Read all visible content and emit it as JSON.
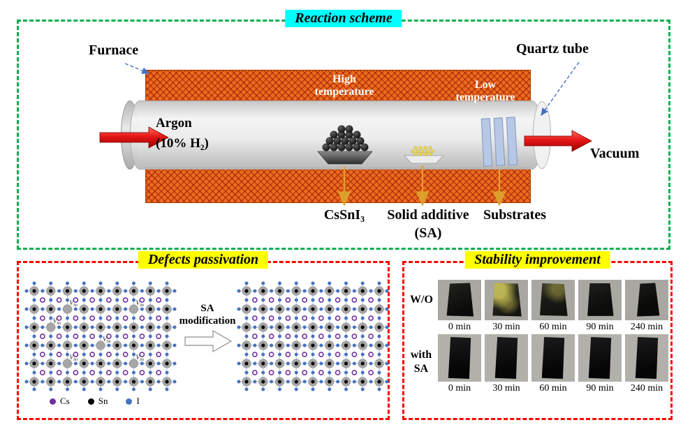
{
  "colors": {
    "green_border": "#00B050",
    "red_border": "#FF0000",
    "title_cyan": "#00FFFF",
    "title_yellow": "#FFFF00",
    "furnace_orange": "#ED6B1F",
    "gold_arrow": "#DD9F2B",
    "flow_red": "#E01010",
    "substrate_blue": "#B7C8E6",
    "cs_purple": "#7030A0",
    "sn_black": "#000000",
    "i_blue": "#4472C4"
  },
  "reaction": {
    "title": "Reaction scheme",
    "furnace_label": "Furnace",
    "quartz_label": "Quartz tube",
    "argon_line1": "Argon",
    "argon_line2": "(10% H₂)",
    "high_temp_line1": "High",
    "high_temp_line2": "temperature",
    "low_temp_line1": "Low",
    "low_temp_line2": "temperature",
    "vacuum_label": "Vacuum",
    "boat1_label": "CsSnI₃",
    "boat2_label_line1": "Solid additive",
    "boat2_label_line2": "(SA)",
    "substrates_label": "Substrates"
  },
  "defects": {
    "title": "Defects passivation",
    "arrow_line1": "SA",
    "arrow_line2": "modification",
    "vacancy": {
      "symbol": "V",
      "sub": "Sn"
    },
    "legend": [
      {
        "name": "Cs",
        "color": "#7030A0"
      },
      {
        "name": "Sn",
        "color": "#000000"
      },
      {
        "name": "I",
        "color": "#4472C4"
      }
    ],
    "lattice": {
      "cols": 9,
      "rows": 6,
      "vacancies_left": [
        [
          2,
          1
        ],
        [
          6,
          1
        ],
        [
          1,
          2
        ],
        [
          4,
          3
        ],
        [
          2,
          4
        ],
        [
          6,
          4
        ]
      ],
      "vacancies_right": []
    }
  },
  "stability": {
    "title": "Stability improvement",
    "rows": [
      {
        "label": "W/O",
        "label2": "",
        "times": [
          "0 min",
          "30 min",
          "60 min",
          "90 min",
          "240 min"
        ]
      },
      {
        "label": "with",
        "label2": "SA",
        "times": [
          "0 min",
          "30 min",
          "60 min",
          "90 min",
          "240 min"
        ]
      }
    ]
  }
}
